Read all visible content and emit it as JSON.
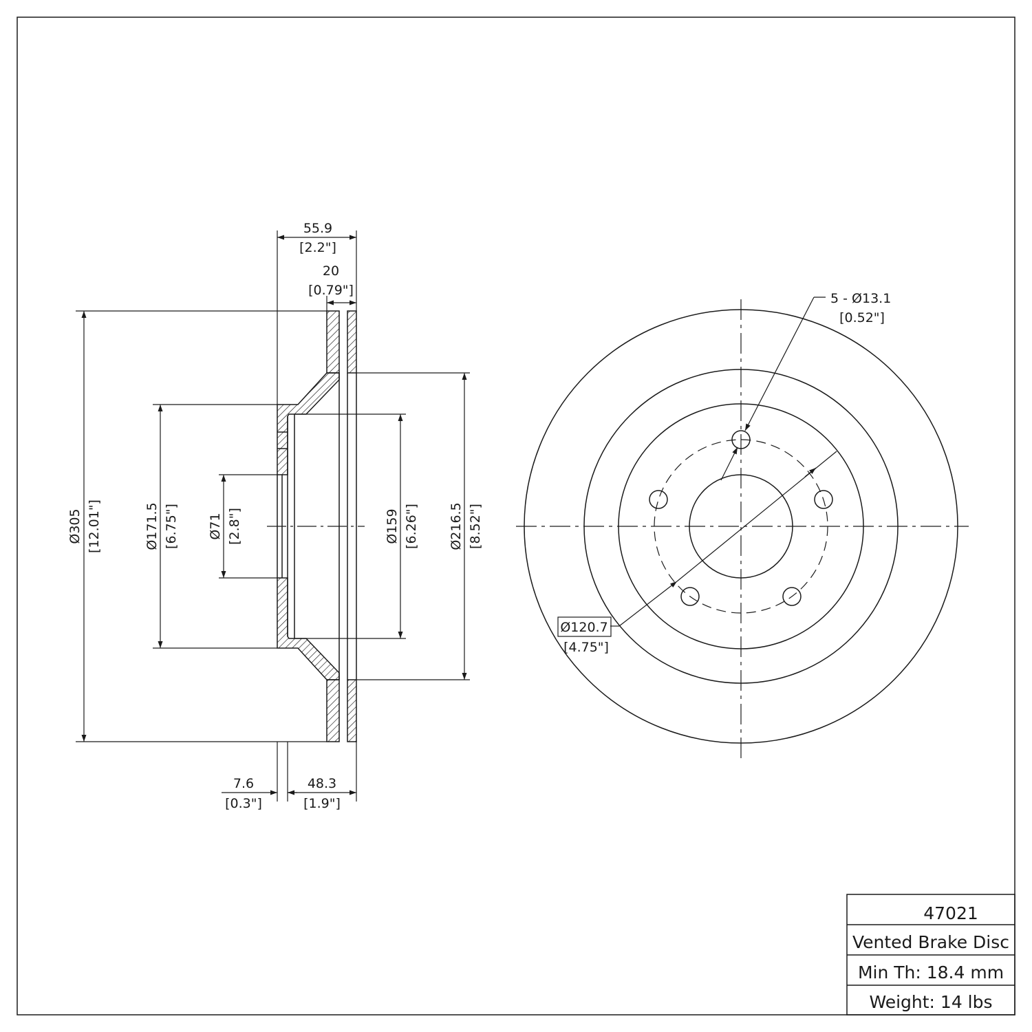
{
  "side_view": {
    "overall_width": {
      "mm": "55.9",
      "inch": "[2.2\"]"
    },
    "friction_width": {
      "mm": "20",
      "inch": "[0.79\"]"
    },
    "outer_diameter": {
      "mm": "Ø305",
      "inch": "[12.01\"]"
    },
    "hat_diameter": {
      "mm": "Ø171.5",
      "inch": "[6.75\"]"
    },
    "center_bore": {
      "mm": "Ø71",
      "inch": "[2.8\"]"
    },
    "inner_hat_diameter": {
      "mm": "Ø159",
      "inch": "[6.26\"]"
    },
    "inner_friction_diameter": {
      "mm": "Ø216.5",
      "inch": "[8.52\"]"
    },
    "hat_thickness": {
      "mm": "7.6",
      "inch": "[0.3\"]"
    },
    "hat_height": {
      "mm": "48.3",
      "inch": "[1.9\"]"
    }
  },
  "front_view": {
    "bolt_holes": {
      "mm": "5 - Ø13.1",
      "inch": "[0.52\"]"
    },
    "bolt_circle": {
      "mm": "Ø120.7",
      "inch": "[4.75\"]"
    }
  },
  "title_block": {
    "part_number": "47021",
    "description": "Vented Brake Disc",
    "min_thickness": "Min Th: 18.4 mm",
    "weight": "Weight: 14 lbs"
  },
  "colors": {
    "line": "#1a1a1a",
    "background": "#ffffff"
  }
}
